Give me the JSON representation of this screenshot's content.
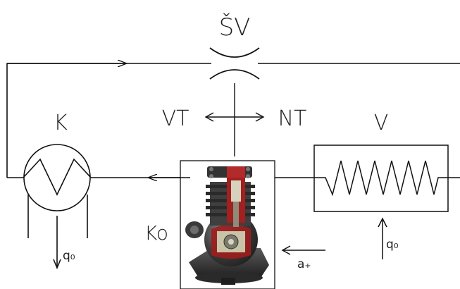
{
  "labels": {
    "sv": "ŠV",
    "vt": "VT",
    "nt": "NT",
    "k": "K",
    "v": "V",
    "ko": "Ko",
    "q0_left": "q₀",
    "q0_right": "q₀",
    "at": "a₊"
  },
  "colors": {
    "line": "#111111",
    "compressor_body": "#3b3b3b",
    "compressor_red": "#b02020",
    "compressor_metal": "#9a9a8a"
  },
  "components": [
    {
      "id": "condenser",
      "icon": "heat-exchanger-icon",
      "label_key": "k"
    },
    {
      "id": "evaporator",
      "icon": "coil-heat-exchanger-icon",
      "label_key": "v"
    },
    {
      "id": "compressor",
      "icon": "compressor-cutaway-image",
      "label_key": "ko"
    },
    {
      "id": "expansion-valve",
      "icon": "throttle-valve-icon",
      "label_key": "sv"
    }
  ]
}
